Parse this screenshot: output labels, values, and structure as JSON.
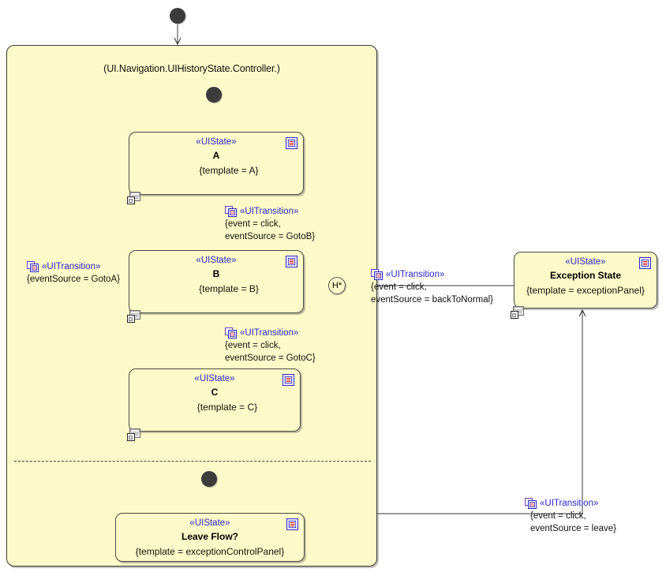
{
  "diagram": {
    "type": "uml-state-machine",
    "background": "#ffffff",
    "region_fill": "#fcfac8",
    "stereotype_color": "#2727c8",
    "line_color": "#3a3a38"
  },
  "composite_region": {
    "title": "(UI.Navigation.UIHistoryState.Controller.)"
  },
  "pseudostates": {
    "outer_initial": "initial-node",
    "inner_initial": "initial-node",
    "bottom_initial": "initial-node",
    "deep_history_label": "H*"
  },
  "states": [
    {
      "id": "state-a",
      "stereotype": "«UIState»",
      "name": "A",
      "tag": "{template = A}",
      "panel_icon": "panel-icon",
      "composite_icon": "composite-marker-icon"
    },
    {
      "id": "state-b",
      "stereotype": "«UIState»",
      "name": "B",
      "tag": "{template = B}",
      "panel_icon": "panel-icon",
      "composite_icon": "composite-marker-icon"
    },
    {
      "id": "state-c",
      "stereotype": "«UIState»",
      "name": "C",
      "tag": "{template = C}",
      "panel_icon": "panel-icon",
      "composite_icon": "composite-marker-icon"
    },
    {
      "id": "state-exception",
      "stereotype": "«UIState»",
      "name": "Exception State",
      "tag": "{template = exceptionPanel}",
      "panel_icon": "panel-icon",
      "composite_icon": "composite-marker-icon"
    },
    {
      "id": "state-leave-flow",
      "stereotype": "«UIState»",
      "name": "Leave Flow?",
      "tag": "{template = exceptionControlPanel}",
      "panel_icon": "panel-icon"
    }
  ],
  "transitions": [
    {
      "id": "transition-a-to-b",
      "stereotype": "«UITransition»",
      "line1": "{event = click,",
      "line2": "eventSource = GotoB}",
      "icon": "transition-icon"
    },
    {
      "id": "transition-b-to-c",
      "stereotype": "«UITransition»",
      "line1": "{event = click,",
      "line2": "eventSource = GotoC}",
      "icon": "transition-icon"
    },
    {
      "id": "transition-c-to-a",
      "stereotype": "«UITransition»",
      "line1": "{eventSource = GotoA}",
      "line2": "",
      "icon": "transition-icon"
    },
    {
      "id": "transition-exception-to-history",
      "stereotype": "«UITransition»",
      "line1": "{event = click,",
      "line2": "eventSource = backToNormal}",
      "icon": "transition-icon"
    },
    {
      "id": "transition-leave-to-exception",
      "stereotype": "«UITransition»",
      "line1": "{event = click,",
      "line2": "eventSource = leave}",
      "icon": "transition-icon"
    }
  ]
}
